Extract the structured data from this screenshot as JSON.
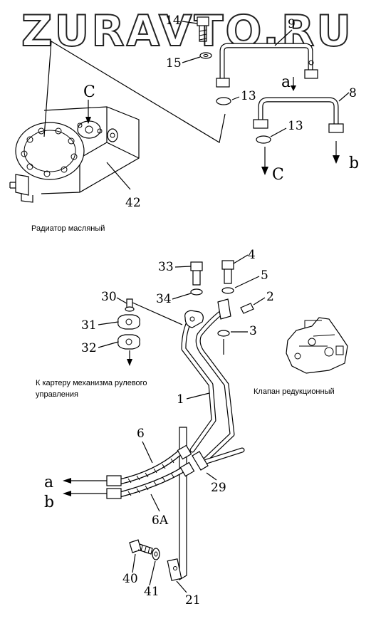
{
  "watermark": "ZURAVTO.RU",
  "captions": {
    "radiator": "Радиатор масляный",
    "steering_case_line1": "К картеру механизма рулевого",
    "steering_case_line2": "управления",
    "reducing_valve": "Клапан редукционный"
  },
  "callouts": {
    "p14": "14",
    "p9": "9",
    "p15": "15",
    "p13a": "13",
    "p8": "8",
    "p13b": "13",
    "p42": "42",
    "p33": "33",
    "p4": "4",
    "p34": "34",
    "p5": "5",
    "p30": "30",
    "p2": "2",
    "p31": "31",
    "p3": "3",
    "p32": "32",
    "p1": "1",
    "p6": "6",
    "p29": "29",
    "p6a": "6A",
    "p40": "40",
    "p41": "41",
    "p21": "21"
  },
  "letters": {
    "C_top": "C",
    "a_top": "a",
    "b_top": "b",
    "C_bottom": "C",
    "a_left": "a",
    "b_left": "b"
  }
}
